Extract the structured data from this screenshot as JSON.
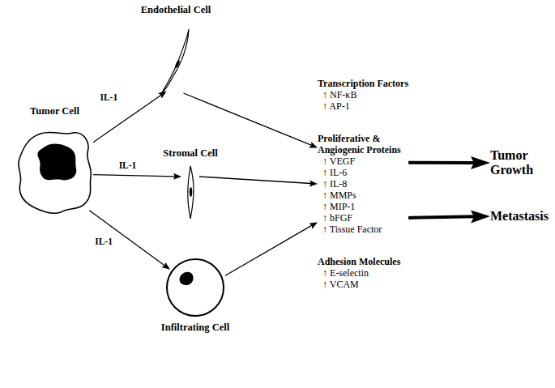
{
  "diagram": {
    "nodes": [
      {
        "text": [
          "Tumor Cell"
        ]
      },
      {
        "text": [
          "Endothelial Cell"
        ]
      },
      {
        "text": [
          "Stromal Cell"
        ]
      },
      {
        "text": [
          "Infiltrating Cell"
        ]
      },
      {
        "text": [
          "Transcription Factors",
          "↑ NF-κB",
          "↑ AP-1",
          "Proliferative & Angiogenic Proteins",
          "↑ VEGF",
          "↑ IL-6",
          "↑ IL-8",
          "↑ MMPs",
          "↑ MIP-1",
          "↑ bFGF",
          "↑ Tissue Factor",
          "Adhesion Molecules",
          "↑ E-selectin",
          "↑ VCAM"
        ]
      },
      {
        "text": [
          "Tumor Growth"
        ]
      },
      {
        "text": [
          "Metastasis"
        ]
      }
    ],
    "edges": [
      {
        "from": 0,
        "to": 1,
        "arrow": "to",
        "label": "IL-1"
      },
      {
        "from": 0,
        "to": 2,
        "arrow": "to",
        "label": "IL-1"
      },
      {
        "from": 0,
        "to": 3,
        "arrow": "to",
        "label": "IL-1"
      },
      {
        "from": 1,
        "to": 4,
        "arrow": "to"
      },
      {
        "from": 2,
        "to": 4,
        "arrow": "to"
      },
      {
        "from": 3,
        "to": 4,
        "arrow": "to"
      },
      {
        "from": 4,
        "to": 5,
        "arrow": "to"
      },
      {
        "from": 4,
        "to": 6,
        "arrow": "to"
      }
    ]
  }
}
